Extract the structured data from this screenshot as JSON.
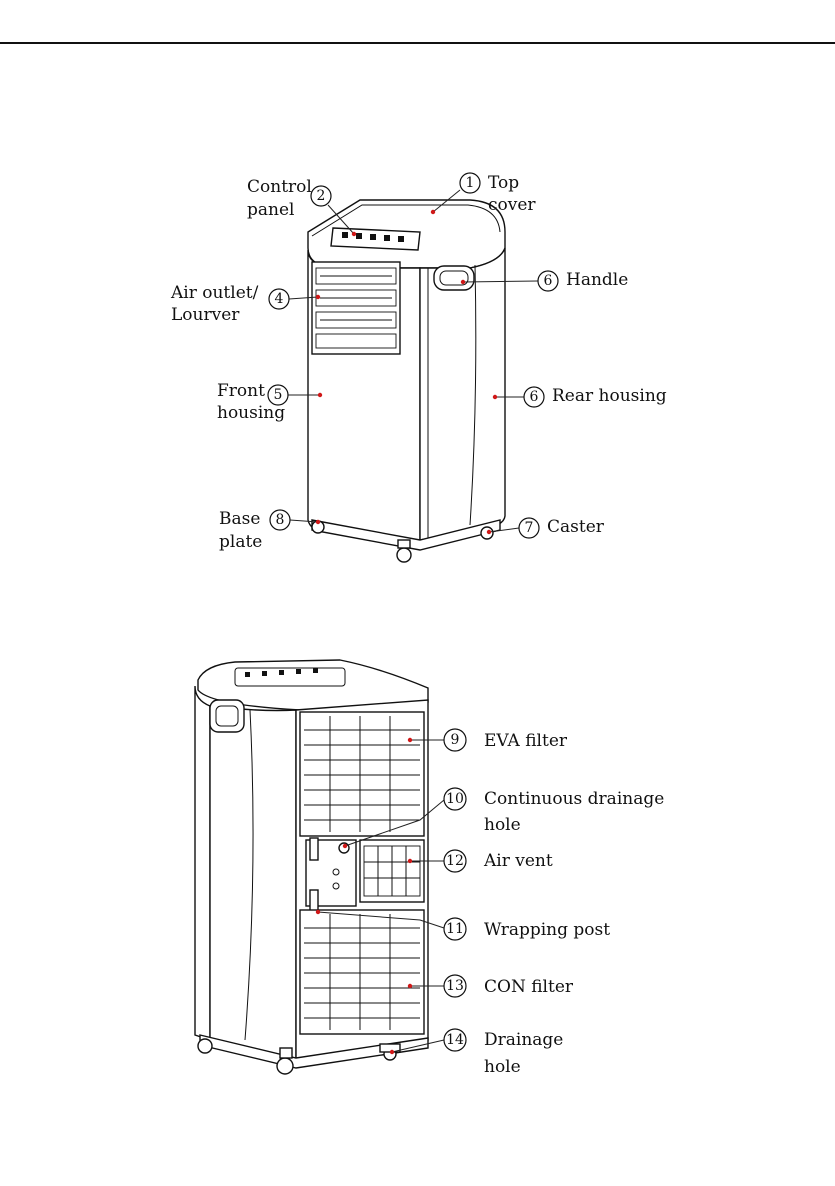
{
  "front_view": {
    "callouts": [
      {
        "num": "1",
        "text_lines": [
          "Top",
          "cover"
        ]
      },
      {
        "num": "2",
        "text_lines": [
          "Control",
          "panel"
        ]
      },
      {
        "num": "4",
        "text_lines": [
          "Air outlet/",
          "Lourver"
        ]
      },
      {
        "num": "6",
        "text_lines": [
          "Handle"
        ]
      },
      {
        "num": "5",
        "text_lines": [
          "Front",
          "housing"
        ]
      },
      {
        "num": "6",
        "text_lines": [
          "Rear housing"
        ]
      },
      {
        "num": "8",
        "text_lines": [
          "Base",
          "plate"
        ]
      },
      {
        "num": "7",
        "text_lines": [
          "Caster"
        ]
      }
    ]
  },
  "rear_view": {
    "callouts": [
      {
        "num": "9",
        "text_lines": [
          "EVA filter"
        ]
      },
      {
        "num": "10",
        "text_lines": [
          "Continuous drainage",
          "hole"
        ]
      },
      {
        "num": "12",
        "text_lines": [
          "Air vent"
        ]
      },
      {
        "num": "11",
        "text_lines": [
          "Wrapping post"
        ]
      },
      {
        "num": "13",
        "text_lines": [
          "CON filter"
        ]
      },
      {
        "num": "14",
        "text_lines": [
          "Drainage",
          "hole"
        ]
      }
    ]
  },
  "colors": {
    "accent_dot": "#d01818",
    "line": "#111111"
  }
}
